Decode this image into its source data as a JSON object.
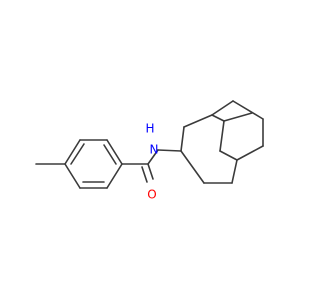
{
  "molecule": {
    "atoms": {
      "nitrogen_symbol": "N",
      "nitrogen_hydrogen": "H",
      "oxygen_symbol": "O"
    },
    "colors": {
      "bond": "#3b3b3b",
      "nitrogen": "#0000ff",
      "oxygen": "#ff0000",
      "background": "#ffffff"
    }
  }
}
